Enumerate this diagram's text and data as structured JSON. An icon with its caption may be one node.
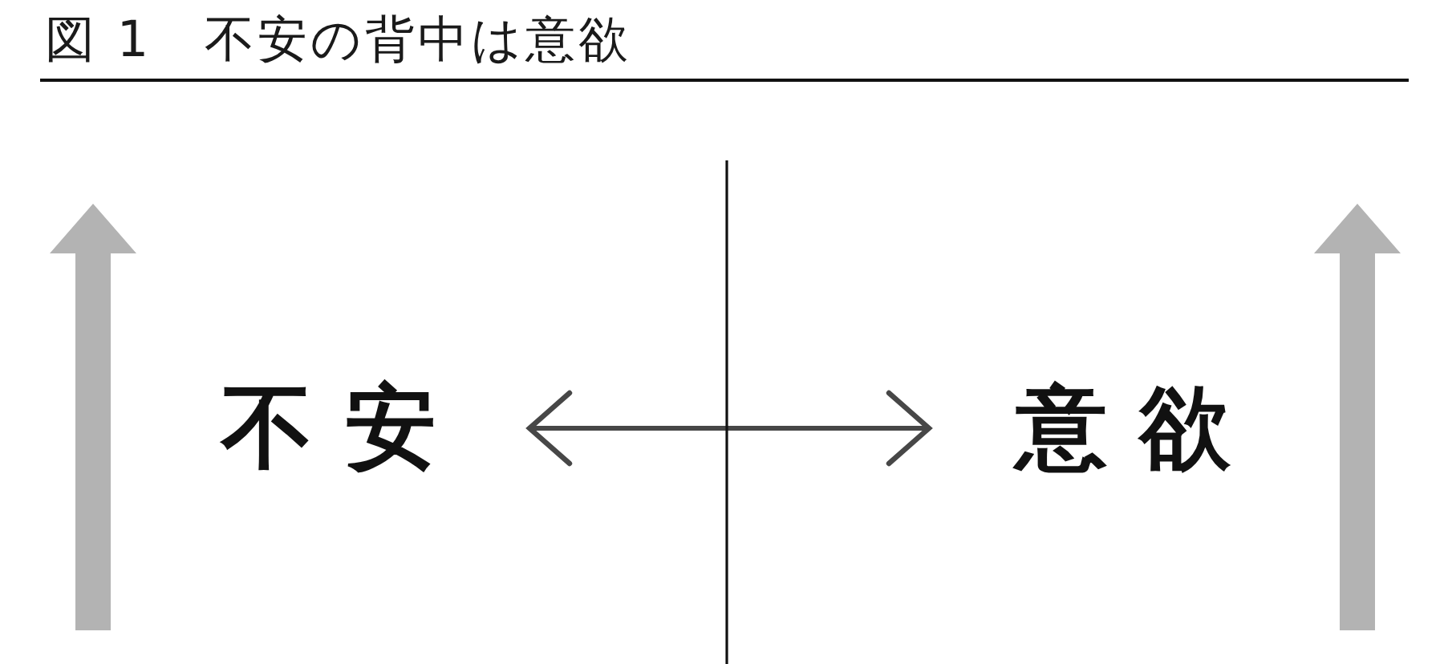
{
  "diagram": {
    "title": "図 1　不安の背中は意欲",
    "nodes": [
      {
        "text": [
          "不安"
        ]
      },
      {
        "text": [
          "意欲"
        ]
      }
    ],
    "edges": [
      {
        "from": 0,
        "to": 1,
        "arrow": "both"
      }
    ]
  }
}
